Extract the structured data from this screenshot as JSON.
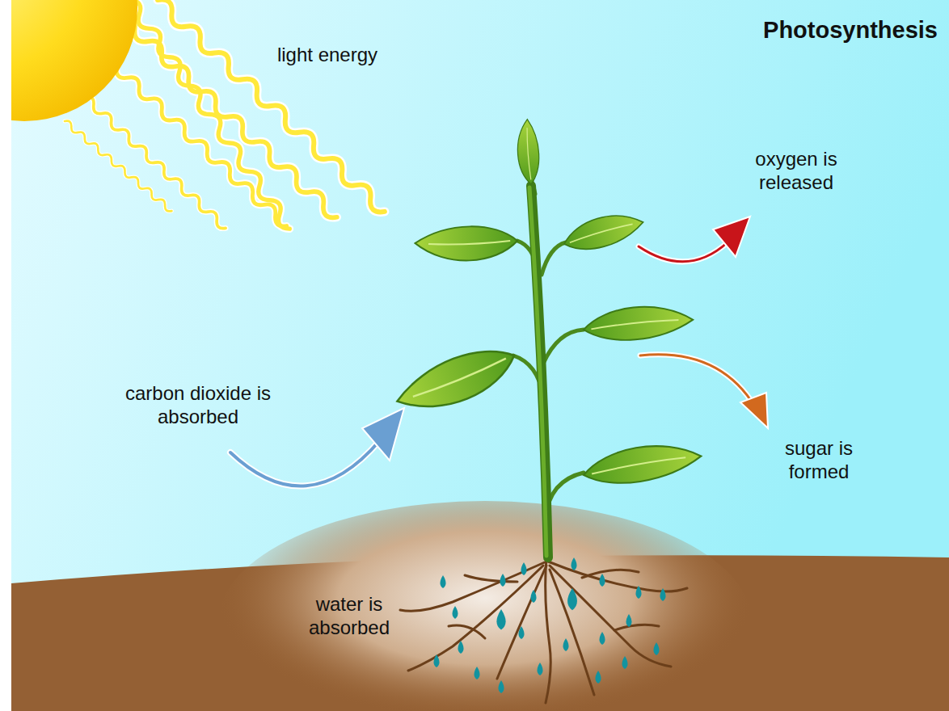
{
  "diagram": {
    "title": "Photosynthesis",
    "labels": [
      "light energy",
      "oxygen is released",
      "carbon dioxide is absorbed",
      "sugar is formed",
      "water is absorbed"
    ]
  }
}
